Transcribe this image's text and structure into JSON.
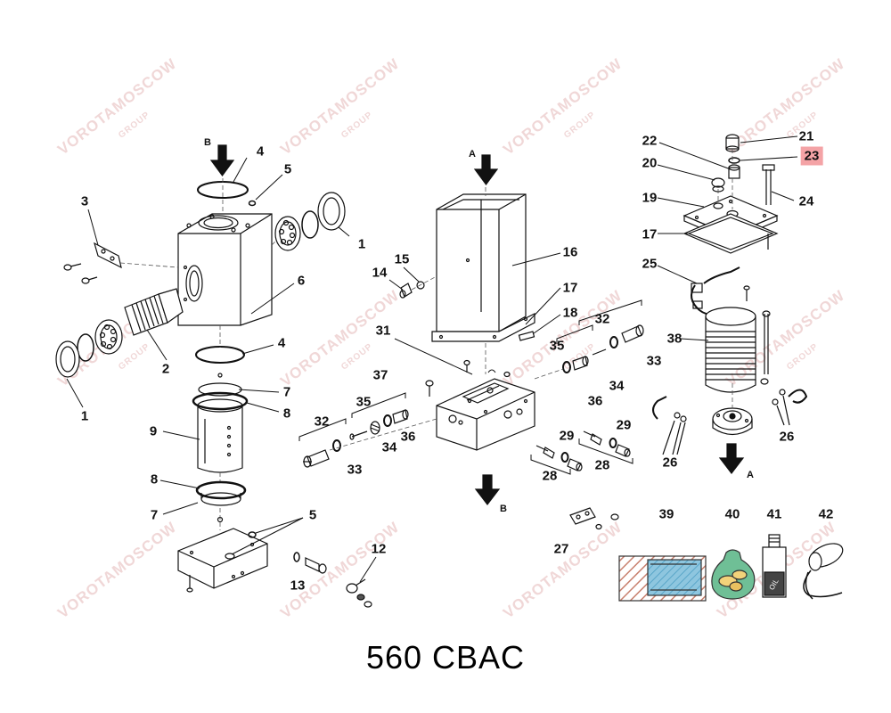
{
  "title": "560 CBAC",
  "watermark": {
    "line1": "VOROTAMOSCOW",
    "line2": "GROUP"
  },
  "highlight_color": "#f4a3a6",
  "direction_labels": {
    "a": "A",
    "b": "B"
  },
  "callouts": {
    "c1a": "1",
    "c1b": "1",
    "c2": "2",
    "c3": "3",
    "c4a": "4",
    "c4b": "4",
    "c5a": "5",
    "c5b": "5",
    "c6": "6",
    "c7a": "7",
    "c7b": "7",
    "c8a": "8",
    "c8b": "8",
    "c9": "9",
    "c12": "12",
    "c13": "13",
    "c14": "14",
    "c15": "15",
    "c16": "16",
    "c17a": "17",
    "c17b": "17",
    "c18": "18",
    "c19": "19",
    "c20": "20",
    "c21": "21",
    "c22": "22",
    "c23": "23",
    "c24": "24",
    "c25": "25",
    "c26a": "26",
    "c26b": "26",
    "c27": "27",
    "c28a": "28",
    "c28b": "28",
    "c29a": "29",
    "c29b": "29",
    "c31": "31",
    "c32a": "32",
    "c32b": "32",
    "c33a": "33",
    "c33b": "33",
    "c34a": "34",
    "c34b": "34",
    "c35a": "35",
    "c35b": "35",
    "c36a": "36",
    "c36b": "36",
    "c37": "37",
    "c38": "38",
    "c39": "39",
    "c40": "40",
    "c41": "41",
    "c42": "42"
  },
  "oil_label": "OIL"
}
